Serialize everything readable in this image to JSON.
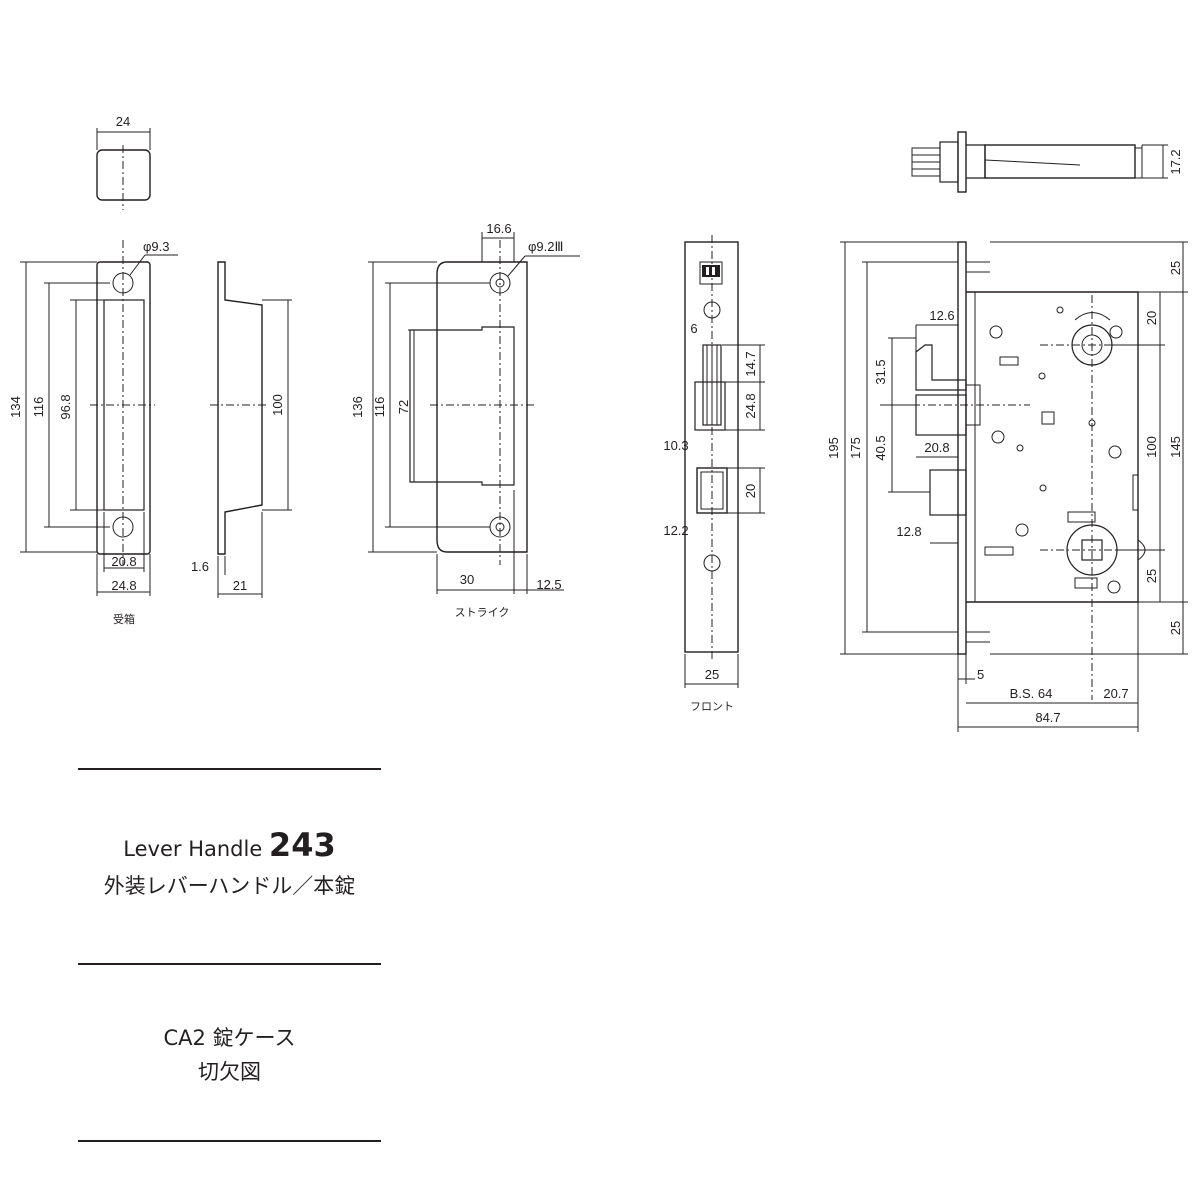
{
  "parts": {
    "ukebako": {
      "caption": "受箱",
      "cap_width": "24",
      "hole": "φ9.3",
      "height_total": "134",
      "height_holes": "116",
      "height_inner": "96.8",
      "width_inner": "20.8",
      "width_outer": "24.8"
    },
    "ukebako_side": {
      "height": "100",
      "plate": "1.6",
      "depth": "21"
    },
    "strike": {
      "caption": "ストライク",
      "top_width": "16.6",
      "hole": "φ9.2Ⅲ",
      "height_total": "136",
      "height_holes": "116",
      "height_inner": "72",
      "width_a": "30",
      "width_b": "12.5"
    },
    "front": {
      "caption": "フロント",
      "dim_6": "6",
      "dim_147": "14.7",
      "dim_248": "24.8",
      "dim_103": "10.3",
      "dim_20": "20",
      "dim_122": "12.2",
      "width": "25"
    },
    "case_top": {
      "thickness": "17.2"
    },
    "case": {
      "d195": "195",
      "d175": "175",
      "d315": "31.5",
      "d405": "40.5",
      "d126": "12.6",
      "d208": "20.8",
      "d128": "12.8",
      "r25_top": "25",
      "r20": "20",
      "r100": "100",
      "r145": "145",
      "r25_mid": "25",
      "r25_bot": "25",
      "d5": "5",
      "bs": "B.S. 64",
      "d207": "20.7",
      "d847": "84.7"
    }
  },
  "title": {
    "product_en": "Lever Handle ",
    "product_no": "243",
    "product_jp": "外装レバーハンドル／本錠",
    "case_line1": "CA2 錠ケース",
    "case_line2": "切欠図"
  }
}
